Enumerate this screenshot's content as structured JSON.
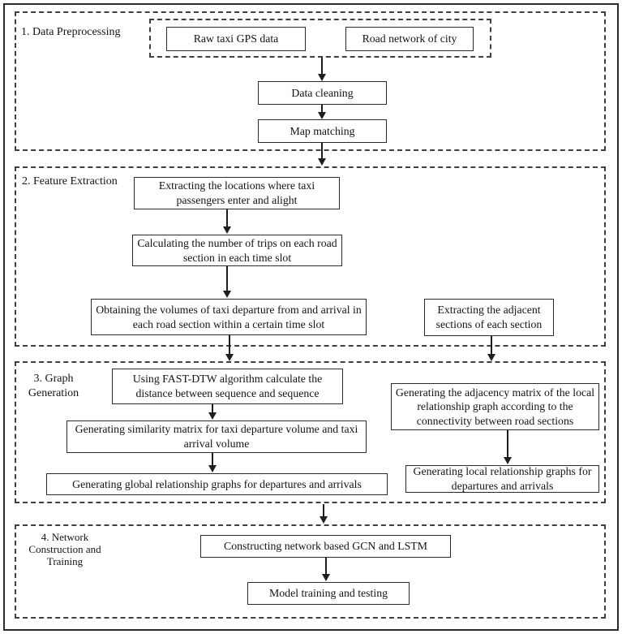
{
  "colors": {
    "line": "#2b2b2b",
    "dashed_border": "#3f3f3f",
    "text": "#141414",
    "background": "#ffffff"
  },
  "stage1": {
    "label": "1. Data Preprocessing",
    "raw_gps": "Raw taxi GPS data",
    "road_network": "Road network of city",
    "data_cleaning": "Data cleaning",
    "map_matching": "Map matching"
  },
  "stage2": {
    "label": "2. Feature Extraction",
    "extract_locations": "Extracting the locations where taxi passengers enter and alight",
    "calc_trips": "Calculating the number of trips on each road section in each time slot",
    "obtain_volumes": "Obtaining the volumes of taxi departure from and arrival in each road section within a certain time slot",
    "extract_adjacent": "Extracting the adjacent sections of each section"
  },
  "stage3": {
    "label": "3. Graph\nGeneration",
    "fast_dtw": "Using FAST-DTW algorithm calculate the distance between sequence and sequence",
    "similarity": "Generating similarity matrix for taxi departure volume and taxi arrival volume",
    "global_graphs": "Generating global relationship graphs for departures and arrivals",
    "adjacency": "Generating the adjacency matrix of the local relationship graph according to the connectivity between road sections",
    "local_graphs": "Generating local relationship graphs for departures and arrivals"
  },
  "stage4": {
    "label": "4. Network\nConstruction and\nTraining",
    "construct": "Constructing network based GCN and LSTM",
    "training": "Model training and testing"
  }
}
